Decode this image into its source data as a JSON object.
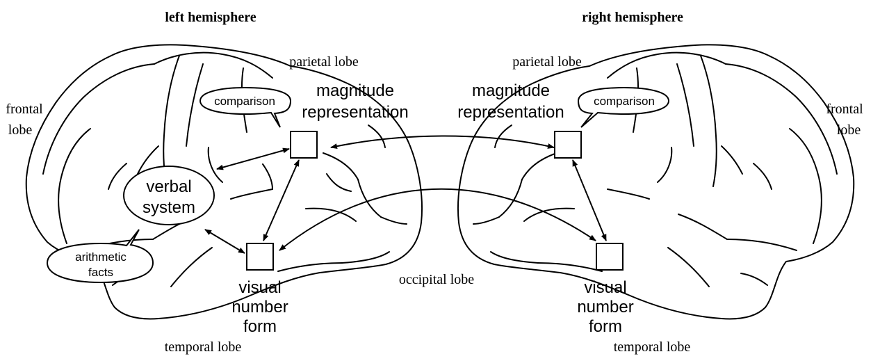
{
  "hemispheres": {
    "left": "left hemisphere",
    "right": "right hemisphere"
  },
  "lobes": {
    "parietal": "parietal lobe",
    "frontal_line1": "frontal",
    "frontal_line2": "lobe",
    "occipital": "occipital lobe",
    "temporal": "temporal lobe"
  },
  "components": {
    "magnitude_line1": "magnitude",
    "magnitude_line2": "representation",
    "verbal_line1": "verbal",
    "verbal_line2": "system",
    "visual_line1": "visual",
    "visual_line2": "number",
    "visual_line3": "form",
    "comparison": "comparison",
    "arithmetic_line1": "arithmetic",
    "arithmetic_line2": "facts"
  }
}
